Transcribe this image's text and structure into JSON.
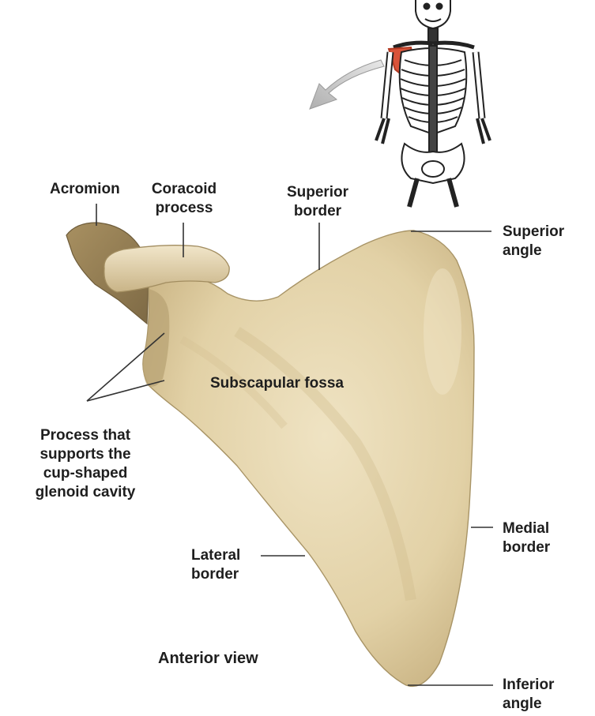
{
  "labels": {
    "acromion": "Acromion",
    "coracoid_line1": "Coracoid",
    "coracoid_line2": "process",
    "superior_border_line1": "Superior",
    "superior_border_line2": "border",
    "superior_angle_line1": "Superior",
    "superior_angle_line2": "angle",
    "subscapular_fossa": "Subscapular fossa",
    "glenoid_line1": "Process that",
    "glenoid_line2": "supports the",
    "glenoid_line3": "cup-shaped",
    "glenoid_line4": "glenoid cavity",
    "medial_border_line1": "Medial",
    "medial_border_line2": "border",
    "lateral_border_line1": "Lateral",
    "lateral_border_line2": "border",
    "view_title": "Anterior view",
    "inferior_angle_line1": "Inferior",
    "inferior_angle_line2": "angle"
  },
  "colors": {
    "bone": "#e6d6ad",
    "bone_shadow": "#b49e6d",
    "highlight": "#d9533a",
    "leader_line": "#333333",
    "skeleton_line": "#222222"
  }
}
